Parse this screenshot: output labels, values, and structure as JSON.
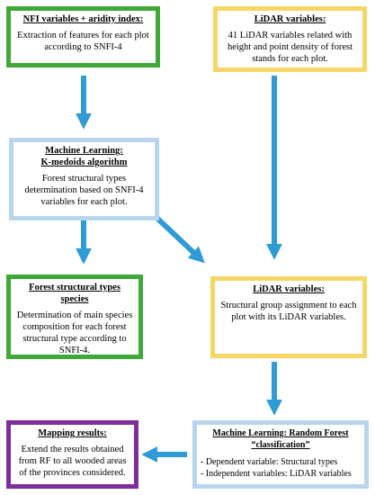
{
  "boxes": {
    "nfi": {
      "title": "NFI variables + aridity index:",
      "body": "Extraction of features for each plot according to SNFI-4"
    },
    "lidar_top": {
      "title": "LiDAR variables:",
      "body": "41 LiDAR variables related with height and point density of forest stands for each plot."
    },
    "ml_kmedoids": {
      "title_line1": "Machine Learning:",
      "title_line2": "K-medoids algorithm",
      "body": "Forest structural types determination based on SNFI-4 variables for each plot."
    },
    "species": {
      "title": "Forest structural types species",
      "body": "Determination of main species composition for each forest structural type according to SNFI-4."
    },
    "lidar_mid": {
      "title": "LiDAR variables:",
      "body": "Structural group assignment to each plot with its LiDAR variables."
    },
    "mapping": {
      "title": "Mapping results:",
      "body": "Extend the results obtained from RF to all wooded areas of the provinces considered."
    },
    "ml_rf": {
      "title_line1": "Machine Learning: Random Forest",
      "title_line2": "“classification”",
      "item1": "- Dependent variable: Structural types",
      "item2": "- Independent variables: LiDAR variables"
    }
  },
  "colors": {
    "green": "#3ea838",
    "yellow": "#f6d765",
    "blue": "#b7d6ee",
    "purple": "#7d2e9a",
    "arrow": "#2e9ad6"
  }
}
